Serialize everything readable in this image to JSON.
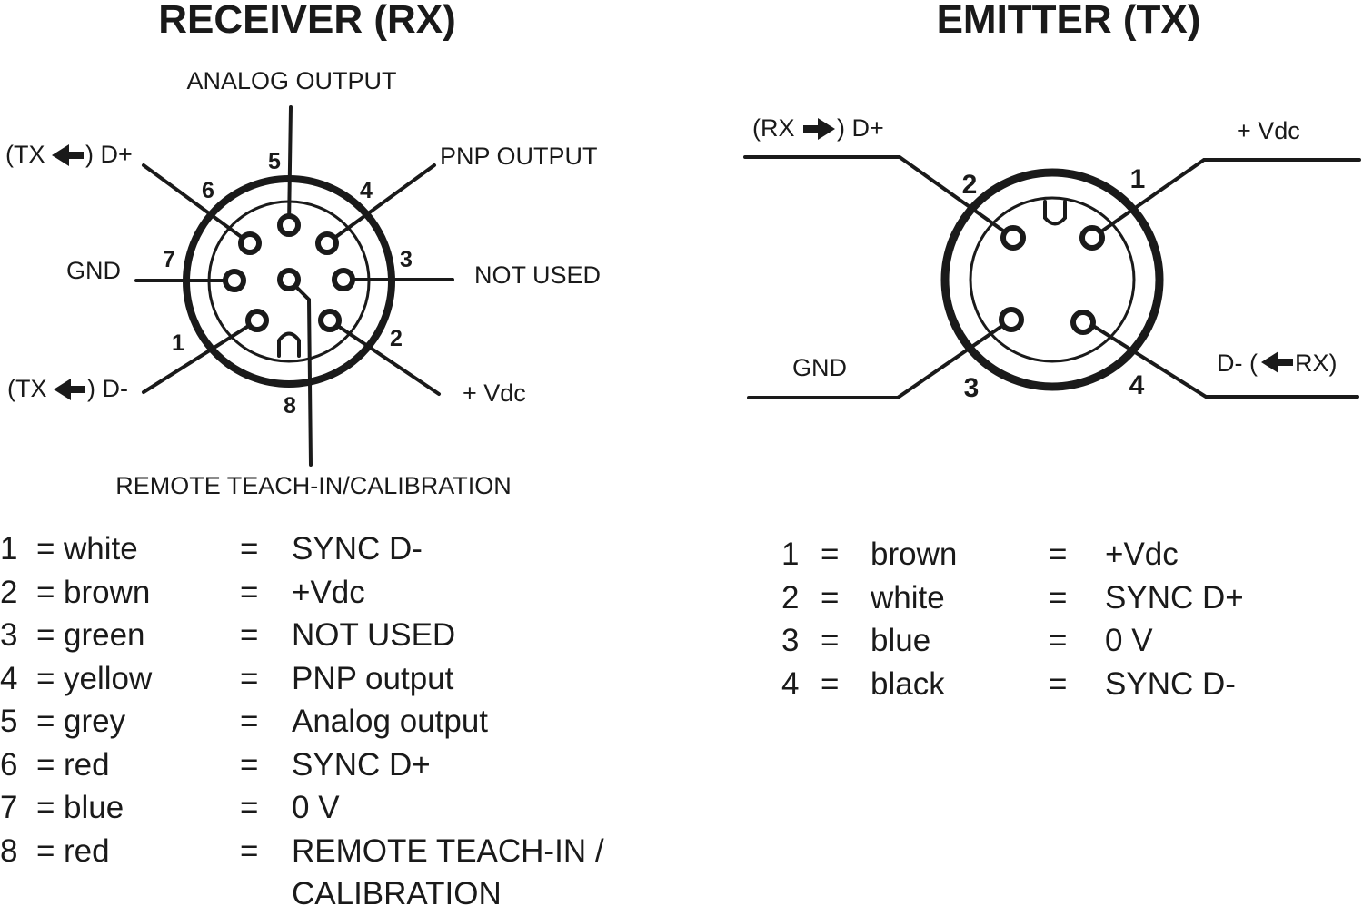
{
  "receiver": {
    "title": "RECEIVER  (RX)",
    "labels": {
      "analog_output": "ANALOG OUTPUT",
      "pnp_output": "PNP OUTPUT",
      "tx_d_plus_prefix": "(TX",
      "tx_d_plus_suffix": ") D+",
      "gnd": "GND",
      "not_used": "NOT USED",
      "tx_d_minus_prefix": "(TX",
      "tx_d_minus_suffix": ") D-",
      "vdc": "+ Vdc",
      "remote_teach": "REMOTE TEACH-IN/CALIBRATION"
    },
    "pins": [
      "1",
      "2",
      "3",
      "4",
      "5",
      "6",
      "7",
      "8"
    ],
    "legend": [
      {
        "num": "1",
        "eq": "=",
        "color": "white",
        "eq2": "=",
        "function": "SYNC  D-"
      },
      {
        "num": "2",
        "eq": "=",
        "color": "brown",
        "eq2": "=",
        "function": "+Vdc"
      },
      {
        "num": "3",
        "eq": "=",
        "color": "green",
        "eq2": "=",
        "function": "NOT USED"
      },
      {
        "num": "4",
        "eq": "=",
        "color": "yellow",
        "eq2": "=",
        "function": "PNP output"
      },
      {
        "num": "5",
        "eq": "=",
        "color": "grey",
        "eq2": "=",
        "function": "Analog output"
      },
      {
        "num": "6",
        "eq": "=",
        "color": "red",
        "eq2": "=",
        "function": "SYNC  D+"
      },
      {
        "num": "7",
        "eq": "=",
        "color": "blue",
        "eq2": "=",
        "function": "0 V"
      },
      {
        "num": "8",
        "eq": "=",
        "color": "red",
        "eq2": "=",
        "function": "REMOTE TEACH-IN /",
        "function_line2": "CALIBRATION"
      }
    ]
  },
  "emitter": {
    "title": "EMITTER (TX)",
    "labels": {
      "rx_d_plus_prefix": "(RX",
      "rx_d_plus_suffix": ") D+",
      "vdc": "+ Vdc",
      "gnd": "GND",
      "d_minus_prefix": "D- (",
      "d_minus_suffix": "RX)"
    },
    "pins": [
      "1",
      "2",
      "3",
      "4"
    ],
    "legend": [
      {
        "num": "1",
        "eq": "=",
        "color": "brown",
        "eq2": "=",
        "function": "+Vdc"
      },
      {
        "num": "2",
        "eq": "=",
        "color": "white",
        "eq2": "=",
        "function": "SYNC  D+"
      },
      {
        "num": "3",
        "eq": "=",
        "color": "blue",
        "eq2": "=",
        "function": "0 V"
      },
      {
        "num": "4",
        "eq": "=",
        "color": "black",
        "eq2": "=",
        "function": "SYNC  D-"
      }
    ]
  },
  "colors": {
    "ink": "#1a1a1a",
    "background": "#ffffff"
  }
}
